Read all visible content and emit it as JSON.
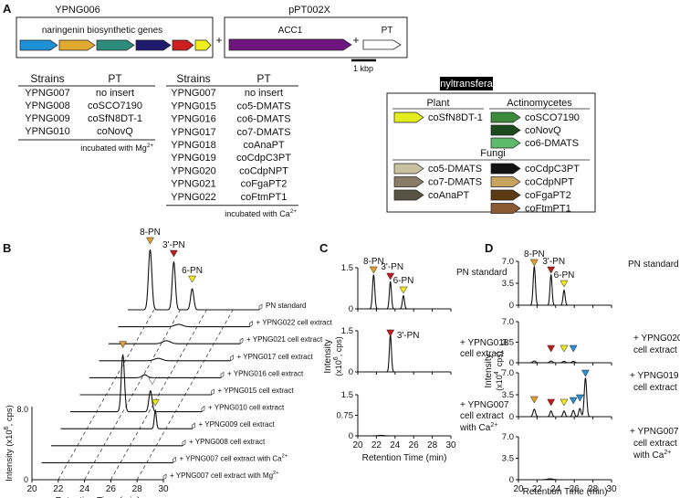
{
  "panels": {
    "A": "A",
    "B": "B",
    "C": "C",
    "D": "D"
  },
  "constructs": {
    "ypng006": {
      "name": "YPNG006",
      "gene_label": "naringenin biosynthetic genes",
      "gene_colors": [
        "#1e90d6",
        "#e0a930",
        "#2d8c7c",
        "#1f1a6e",
        "#cc1f1f",
        "#f0f01e"
      ]
    },
    "ppt002x": {
      "name": "pPT002X",
      "acc_label": "ACC1",
      "pt_label": "PT",
      "acc_color": "#6e1580"
    },
    "plus": "+",
    "scale_label": "1 kbp"
  },
  "table1": {
    "headers": [
      "Strains",
      "PT"
    ],
    "rows": [
      [
        "YPNG007",
        "no insert"
      ],
      [
        "YPNG008",
        "coSCO7190"
      ],
      [
        "YPNG009",
        "coSfN8DT-1"
      ],
      [
        "YPNG010",
        "coNovQ"
      ]
    ],
    "note": "incubated with Mg",
    "note_sup": "2+"
  },
  "table2": {
    "headers": [
      "Strains",
      "PT"
    ],
    "rows": [
      [
        "YPNG007",
        "no insert"
      ],
      [
        "YPNG015",
        "co5-DMATS"
      ],
      [
        "YPNG016",
        "co6-DMATS"
      ],
      [
        "YPNG017",
        "co7-DMATS"
      ],
      [
        "YPNG018",
        "coAnaPT"
      ],
      [
        "YPNG019",
        "coCdpC3PT"
      ],
      [
        "YPNG020",
        "coCdpNPT"
      ],
      [
        "YPNG021",
        "coFgaPT2"
      ],
      [
        "YPNG022",
        "coFtmPT1"
      ]
    ],
    "note": "incubated with Ca",
    "note_sup": "2+"
  },
  "legend": {
    "title": "Prenyltransferases",
    "plant_title": "Plant",
    "plant": [
      {
        "label": "coSfN8DT-1",
        "color": "#e3ec1c"
      }
    ],
    "actino_title": "Actinomycetes",
    "actino": [
      {
        "label": "coSCO7190",
        "color": "#3c8a3c"
      },
      {
        "label": "coNovQ",
        "color": "#1c4a1c"
      },
      {
        "label": "co6-DMATS",
        "color": "#5dba6a"
      }
    ],
    "fungi_title": "Fungi",
    "fungi_left": [
      {
        "label": "co5-DMATS",
        "color": "#c9c1a0"
      },
      {
        "label": "co7-DMATS",
        "color": "#8a7a68"
      },
      {
        "label": "coAnaPT",
        "color": "#565244"
      }
    ],
    "fungi_right": [
      {
        "label": "coCdpC3PT",
        "color": "#121212"
      },
      {
        "label": "coCdpNPT",
        "color": "#c9a45e"
      },
      {
        "label": "coFgaPT2",
        "color": "#5c3a14"
      },
      {
        "label": "coFtmPT1",
        "color": "#8a5a34"
      }
    ]
  },
  "peak_labels": {
    "p8": "8-PN",
    "p3": "3'-PN",
    "p6": "6-PN"
  },
  "marker_colors": {
    "p8": "#e0a030",
    "p3": "#c01c1c",
    "p6": "#f0ea20",
    "unk": "#2a8fd0"
  },
  "panelB": {
    "traces": [
      "PN standard",
      "+ YPNG022 cell extract",
      "+ YPNG021 cell extract",
      "+ YPNG017 cell extract",
      "+ YPNG016 cell extract",
      "+ YPNG015 cell extract",
      "+ YPNG010 cell extract",
      "+ YPNG009 cell extract",
      "+ YPNG008 cell extract",
      "+ YPNG007 cell extract with Ca",
      "+ YPNG007 cell extract with Mg"
    ],
    "sup": "2+",
    "xlabel": "Retention Time (min)",
    "ylabel": "Intensity (x10",
    "ylabel_sup": "6",
    "ylabel_end": ", cps)",
    "y_tick": "8.0",
    "y_tick0": "0",
    "x_ticks": [
      "20",
      "22",
      "24",
      "26",
      "28",
      "30"
    ]
  },
  "panelC": {
    "std_label": "PN standard",
    "t1_label1": "+ YPNG018",
    "t1_label2": "cell extract",
    "t2_label1": "+ YPNG007",
    "t2_label2": "cell extract",
    "t2_label3": "with Ca",
    "sup": "2+",
    "y_ticks": [
      "0",
      "1.5"
    ],
    "y_ticks_mid": [
      "0",
      "1.5"
    ],
    "y_ticks_bot": [
      "0",
      "0.75",
      "1.5"
    ],
    "ylabel": "Intensity",
    "ylabel2": "(x10",
    "ylabel2_sup": "6",
    "ylabel2_end": ", cps)",
    "x_ticks": [
      "20",
      "22",
      "24",
      "26",
      "28",
      "30"
    ],
    "xlabel": "Retention Time (min)"
  },
  "panelD": {
    "std_label": "PN standard",
    "t1_label1": "+ YPNG020",
    "t1_label2": "cell extract",
    "t2_label1": "+ YPNG019",
    "t2_label2": "cell extract",
    "t3_label1": "+ YPNG007",
    "t3_label2": "cell extract",
    "t3_label3": "with Ca",
    "sup": "2+",
    "y_ticks": [
      "0",
      "3.5",
      "7.0"
    ],
    "ylabel": "Intensity",
    "ylabel2": "(x10",
    "ylabel2_sup": "4",
    "ylabel2_end": ", cps)",
    "x_ticks": [
      "20",
      "22",
      "24",
      "26",
      "28",
      "30"
    ],
    "xlabel": "Retention Time (min)"
  }
}
